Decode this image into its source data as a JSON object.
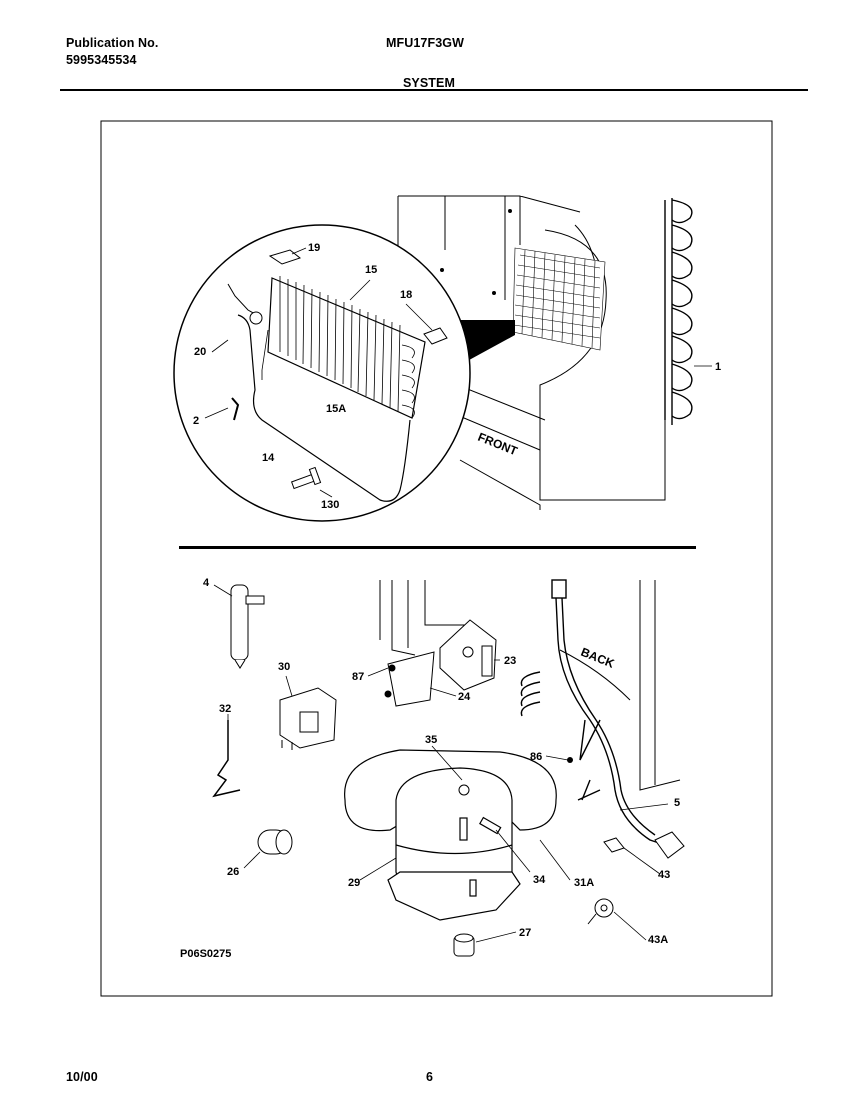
{
  "header": {
    "publication_label": "Publication No.",
    "publication_number": "5995345534",
    "model": "MFU17F3GW",
    "section_title": "SYSTEM"
  },
  "diagram": {
    "callouts": {
      "c1": "1",
      "c2": "2",
      "c4": "4",
      "c5": "5",
      "c14": "14",
      "c15": "15",
      "c15a": "15A",
      "c18": "18",
      "c19": "19",
      "c20": "20",
      "c23": "23",
      "c24": "24",
      "c26": "26",
      "c27": "27",
      "c29": "29",
      "c30": "30",
      "c31a": "31A",
      "c32": "32",
      "c34": "34",
      "c35": "35",
      "c43": "43",
      "c43a": "43A",
      "c86": "86",
      "c87": "87",
      "c130": "130"
    },
    "front_label": "FRONT",
    "back_label": "BACK",
    "drawing_code": "P06S0275"
  },
  "footer": {
    "date": "10/00",
    "page_number": "6"
  }
}
